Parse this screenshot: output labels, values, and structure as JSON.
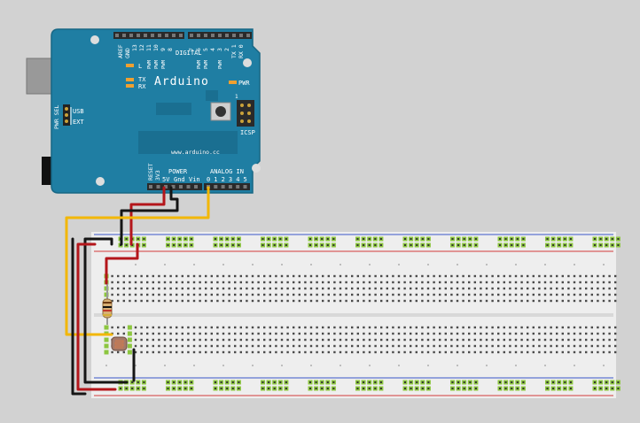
{
  "colors": {
    "background": "#d2d2d2",
    "board": "#1f7ea3",
    "board_edge": "#176785",
    "header": "#2a2a2a",
    "breadboard": "#eeeeee",
    "hole": "#4a4a4a",
    "rail_hole": "#8cc63f",
    "rail_red": "#d23a3a",
    "rail_blue": "#3a56c8",
    "wire_red": "#b4161b",
    "wire_black": "#151515",
    "wire_yellow": "#f2b705",
    "led": "#f0a030",
    "silk": "#ffffff"
  },
  "arduino": {
    "label_aref": "AREF",
    "label_gnd": "GND",
    "digital_numbers": [
      "13",
      "12",
      "11",
      "10",
      "9",
      "8",
      "7",
      "6",
      "5",
      "4",
      "3",
      "2",
      "TX 1",
      "RX 0"
    ],
    "label_digital": "DIGITAL",
    "pwm_marks": [
      "PWM",
      "PWM",
      "PWM",
      "PWM",
      "PWM",
      "PWM"
    ],
    "label_tx_top": "TX",
    "label_rx_top": "RX",
    "led_l": "L",
    "led_tx": "TX",
    "led_rx": "RX",
    "name": "Arduino",
    "led_pwr": "PWR",
    "pwr_sel": "PWR SEL",
    "usb": "USB",
    "ext": "EXT",
    "icsp_num": "1",
    "icsp": "ICSP",
    "url": "www.arduino.cc",
    "reset": "RESET",
    "v33": "3V3",
    "power": "POWER",
    "power_pins": [
      "5V",
      "Gnd",
      "Vin"
    ],
    "analog_in": "ANALOG IN",
    "analog_pins": [
      "0",
      "1",
      "2",
      "3",
      "4",
      "5"
    ]
  },
  "components": {
    "resistor": "resistor",
    "photoresistor": "photoresistor"
  }
}
